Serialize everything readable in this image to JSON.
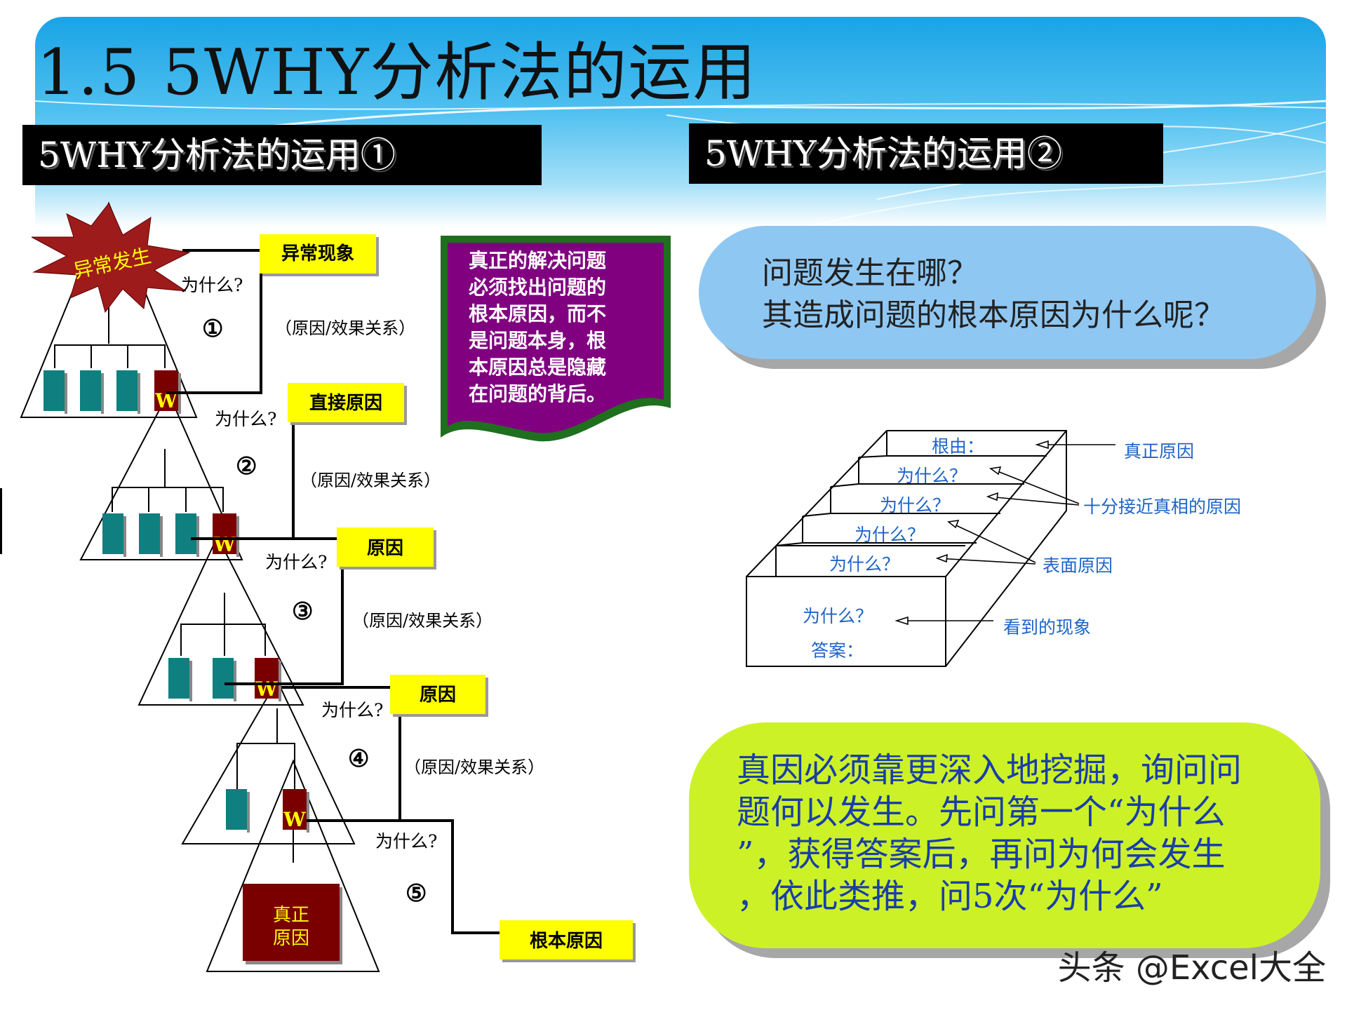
{
  "page_title": "1.5  5WHY分析法的运用",
  "section_left_title": "5WHY分析法的运用①",
  "section_right_title": "5WHY分析法的运用②",
  "left_diagram": {
    "anomaly_label": "异常发生",
    "why_label": "为什么?",
    "relation_label": "（原因/效果关系）",
    "w_label": "W",
    "step_numbers": [
      "①",
      "②",
      "③",
      "④",
      "⑤"
    ],
    "yellow_boxes": [
      "异常现象",
      "直接原因",
      "原因",
      "原因",
      "根本原因"
    ],
    "true_cause_lines": [
      "真正",
      "原因"
    ],
    "purple_note_lines": [
      "真正的解决问题",
      "必须找出问题的",
      "根本原因，而不",
      "是问题本身，根",
      "本原因总是隐藏",
      "在问题的背后。"
    ],
    "colors": {
      "teal": "#0f7f7f",
      "dark_red": "#7a0000",
      "yellow": "#ffff00",
      "purple": "#800080",
      "green_border": "#1f6f1f",
      "star_red": "#9e1b1b"
    }
  },
  "question_pill": {
    "lines": [
      "问题发生在哪？",
      "其造成问题的根本原因为什么呢？"
    ],
    "color": "#8fc7f3"
  },
  "box_diagram": {
    "layer_labels": [
      "根由：",
      "为什么？",
      "为什么？",
      "为什么？",
      "为什么？"
    ],
    "front_lines": [
      "为什么？",
      "答案："
    ],
    "callouts": [
      "真正原因",
      "十分接近真相的原因",
      "表面原因",
      "看到的现象"
    ],
    "text_color": "#1e64c8"
  },
  "summary_pill": {
    "lines": [
      "真因必须靠更深入地挖掘，询问问",
      "题何以发生。先问第一个“为什么",
      "”，获得答案后，再问为何会发生",
      "，依此类推，问5次“为什么”"
    ],
    "color": "#ccf227"
  },
  "watermark": "头条 @Excel大全"
}
